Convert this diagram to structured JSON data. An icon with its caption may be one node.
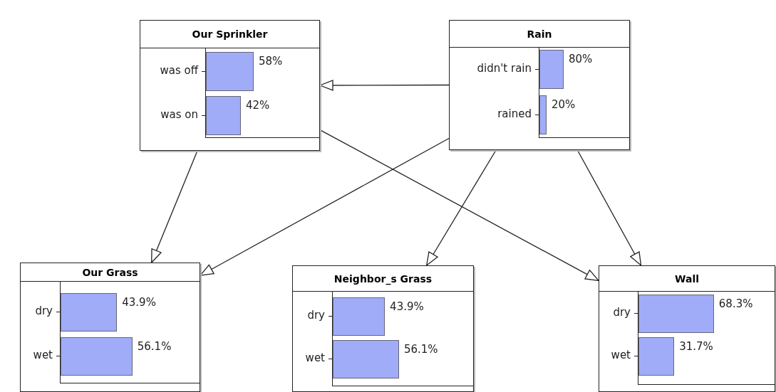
{
  "diagram": {
    "nodes": [
      {
        "text": [
          "Our Sprinkler",
          "was off",
          "58%",
          "was on",
          "42%"
        ]
      },
      {
        "text": [
          "Rain",
          "didn't rain",
          "80%",
          "rained",
          "20%"
        ]
      },
      {
        "text": [
          "Our Grass",
          "dry",
          "43.9%",
          "wet",
          "56.1%"
        ]
      },
      {
        "text": [
          "Neighbor_s Grass",
          "dry",
          "43.9%",
          "wet",
          "56.1%"
        ]
      },
      {
        "text": [
          "Wall",
          "dry",
          "68.3%",
          "wet",
          "31.7%"
        ]
      }
    ],
    "edges": [
      {
        "from": 1,
        "to": 0,
        "arrow": "to"
      },
      {
        "from": 0,
        "to": 2,
        "arrow": "to"
      },
      {
        "from": 0,
        "to": 4,
        "arrow": "to"
      },
      {
        "from": 1,
        "to": 2,
        "arrow": "to"
      },
      {
        "from": 1,
        "to": 3,
        "arrow": "to"
      },
      {
        "from": 1,
        "to": 4,
        "arrow": "to"
      }
    ]
  }
}
